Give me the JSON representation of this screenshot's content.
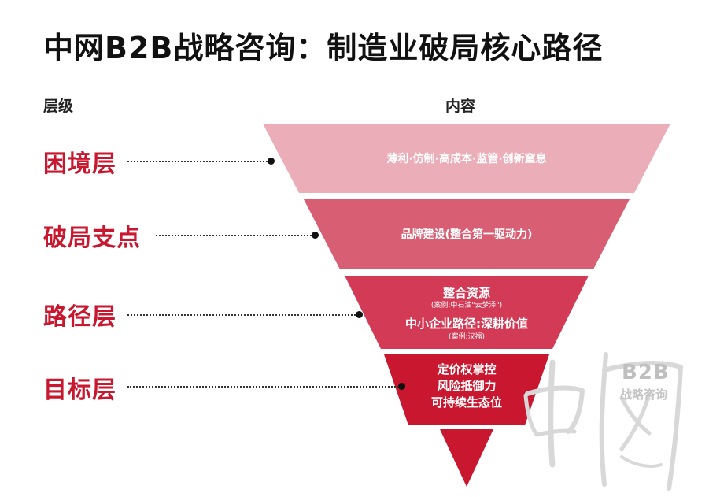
{
  "title": "中网B2B战略咨询：制造业破局核心路径",
  "headers": {
    "level": "层级",
    "content": "内容"
  },
  "levels": [
    {
      "label": "困境层",
      "lines": [
        "薄利·仿制·高成本·监管·创新窒息"
      ],
      "color": "#ebadb7"
    },
    {
      "label": "破局支点",
      "lines": [
        "品牌建设(整合第一驱动力)"
      ],
      "color": "#d85f73"
    },
    {
      "label": "路径层",
      "lines": [
        "整合资源",
        "(案例:中石油\"云梦泽\")",
        "中小企业路径:深耕价值",
        "(案例:汉福)"
      ],
      "color": "#d23a55"
    },
    {
      "label": "目标层",
      "lines": [
        "定价权掌控",
        "风险抵御力",
        "可持续生态位"
      ],
      "color": "#c8172f"
    }
  ],
  "tip_color": "#c8172f",
  "watermark": {
    "brand": "B2B",
    "subtitle": "战略咨询",
    "glyphs": "中网"
  }
}
